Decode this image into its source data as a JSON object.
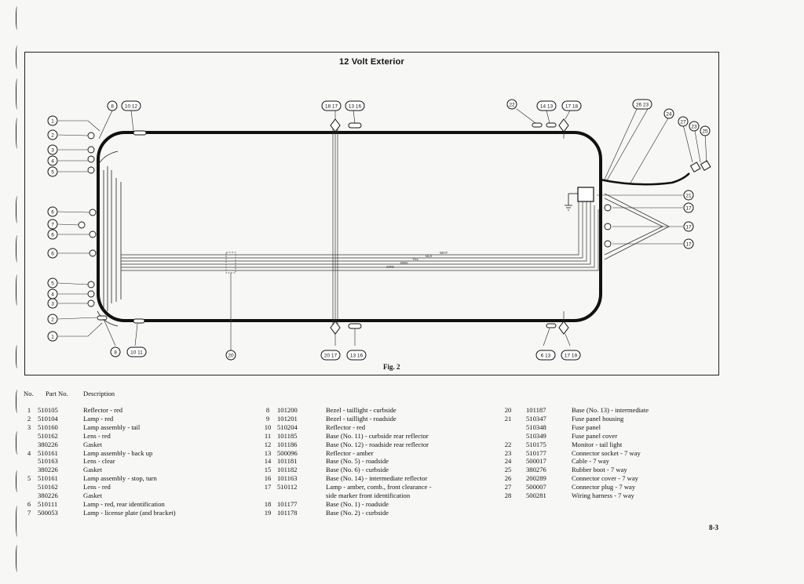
{
  "diagram": {
    "title": "12 Volt Exterior",
    "figure_label": "Fig. 2",
    "wire_labels": [
      "WHT",
      "BLK",
      "YEL",
      "BRN",
      "GRN"
    ],
    "callouts": {
      "top": [
        "8",
        "10 12",
        "18 17",
        "13 16",
        "22",
        "14 13",
        "17 18",
        "26 23",
        "24",
        "27",
        "23",
        "25"
      ],
      "left": [
        "1",
        "2",
        "3",
        "4",
        "5",
        "6",
        "7",
        "6",
        "6",
        "5",
        "4",
        "3",
        "2",
        "1"
      ],
      "right": [
        "21",
        "17",
        "17",
        "17"
      ],
      "bottom": [
        "8",
        "10 11",
        "20",
        "20 17",
        "13 16",
        "6 13",
        "17 19"
      ]
    }
  },
  "legend": {
    "headers": {
      "no": "No.",
      "part": "Part No.",
      "desc": "Description"
    },
    "columns": [
      [
        {
          "no": "1",
          "part": "510105",
          "desc": "Reflector - red"
        },
        {
          "no": "2",
          "part": "510104",
          "desc": "Lamp - red"
        },
        {
          "no": "3",
          "part": "510160",
          "desc": "Lamp assembly - tail"
        },
        {
          "no": "",
          "part": "510162",
          "desc": "Lens - red"
        },
        {
          "no": "",
          "part": "380226",
          "desc": "Gasket"
        },
        {
          "no": "4",
          "part": "510161",
          "desc": "Lamp assembly - back up"
        },
        {
          "no": "",
          "part": "510163",
          "desc": "Lens - clear"
        },
        {
          "no": "",
          "part": "380226",
          "desc": "Gasket"
        },
        {
          "no": "5",
          "part": "510161",
          "desc": "Lamp assembly - stop, turn"
        },
        {
          "no": "",
          "part": "510162",
          "desc": "Lens - red"
        },
        {
          "no": "",
          "part": "380226",
          "desc": "Gasket"
        },
        {
          "no": "6",
          "part": "510111",
          "desc": "Lamp - red, rear identification"
        },
        {
          "no": "7",
          "part": "500053",
          "desc": "Lamp - license plate (and bracket)"
        }
      ],
      [
        {
          "no": "8",
          "part": "101200",
          "desc": "Bezel - taillight - curbside"
        },
        {
          "no": "9",
          "part": "101201",
          "desc": "Bezel - taillight - roadside"
        },
        {
          "no": "10",
          "part": "510204",
          "desc": "Reflector - red"
        },
        {
          "no": "11",
          "part": "101185",
          "desc": "Base (No. 11) - curbside rear reflector"
        },
        {
          "no": "12",
          "part": "101186",
          "desc": "Base (No. 12) - roadside rear reflector"
        },
        {
          "no": "13",
          "part": "500096",
          "desc": "Reflector - amber"
        },
        {
          "no": "14",
          "part": "101181",
          "desc": "Base (No. 5) - roadside"
        },
        {
          "no": "15",
          "part": "101182",
          "desc": "Base (No. 6) - curbside"
        },
        {
          "no": "16",
          "part": "101163",
          "desc": "Base (No. 14) - intermediate reflector"
        },
        {
          "no": "17",
          "part": "510112",
          "desc": "Lamp - amber, comb., front clearance -"
        },
        {
          "no": "",
          "part": "",
          "desc": "side marker front identification"
        },
        {
          "no": "18",
          "part": "101177",
          "desc": "Base (No. 1) - roadside"
        },
        {
          "no": "19",
          "part": "101178",
          "desc": "Base (No. 2) - curbside"
        }
      ],
      [
        {
          "no": "20",
          "part": "101187",
          "desc": "Base (No. 13) - intermediate"
        },
        {
          "no": "21",
          "part": "510347",
          "desc": "Fuse panel housing"
        },
        {
          "no": "",
          "part": "510348",
          "desc": "Fuse panel"
        },
        {
          "no": "",
          "part": "510349",
          "desc": "Fuse panel cover"
        },
        {
          "no": "22",
          "part": "510175",
          "desc": "Monitor - tail light"
        },
        {
          "no": "23",
          "part": "510177",
          "desc": "Connector socket - 7 way"
        },
        {
          "no": "24",
          "part": "500017",
          "desc": "Cable - 7 way"
        },
        {
          "no": "25",
          "part": "380276",
          "desc": "Rubber boot - 7 way"
        },
        {
          "no": "26",
          "part": "200289",
          "desc": "Connector cover - 7 way"
        },
        {
          "no": "27",
          "part": "500007",
          "desc": "Connector plug - 7 way"
        },
        {
          "no": "28",
          "part": "500281",
          "desc": "Wiring harness - 7 way"
        }
      ]
    ]
  },
  "page_number": "8-3"
}
